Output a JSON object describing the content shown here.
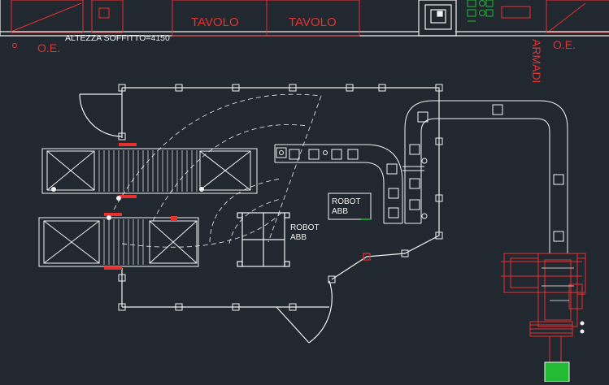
{
  "labels": {
    "table_left": "TAVOLO",
    "table_right": "TAVOLO",
    "ceiling_height": "ALTEZZA SOFFITTO=4150",
    "oe_left": "O.E.",
    "oe_right": "O.E.",
    "cabinets": "ARMADI",
    "robot_box_line1": "ROBOT",
    "robot_box_line2": "ABB",
    "robot_cell_line1": "ROBOT",
    "robot_cell_line2": "ABB"
  },
  "colors": {
    "background": "#212830",
    "line_white": "#f2f2f2",
    "line_red": "#e8312f",
    "line_green": "#22bb33",
    "dashed": "#d8d8d8"
  }
}
